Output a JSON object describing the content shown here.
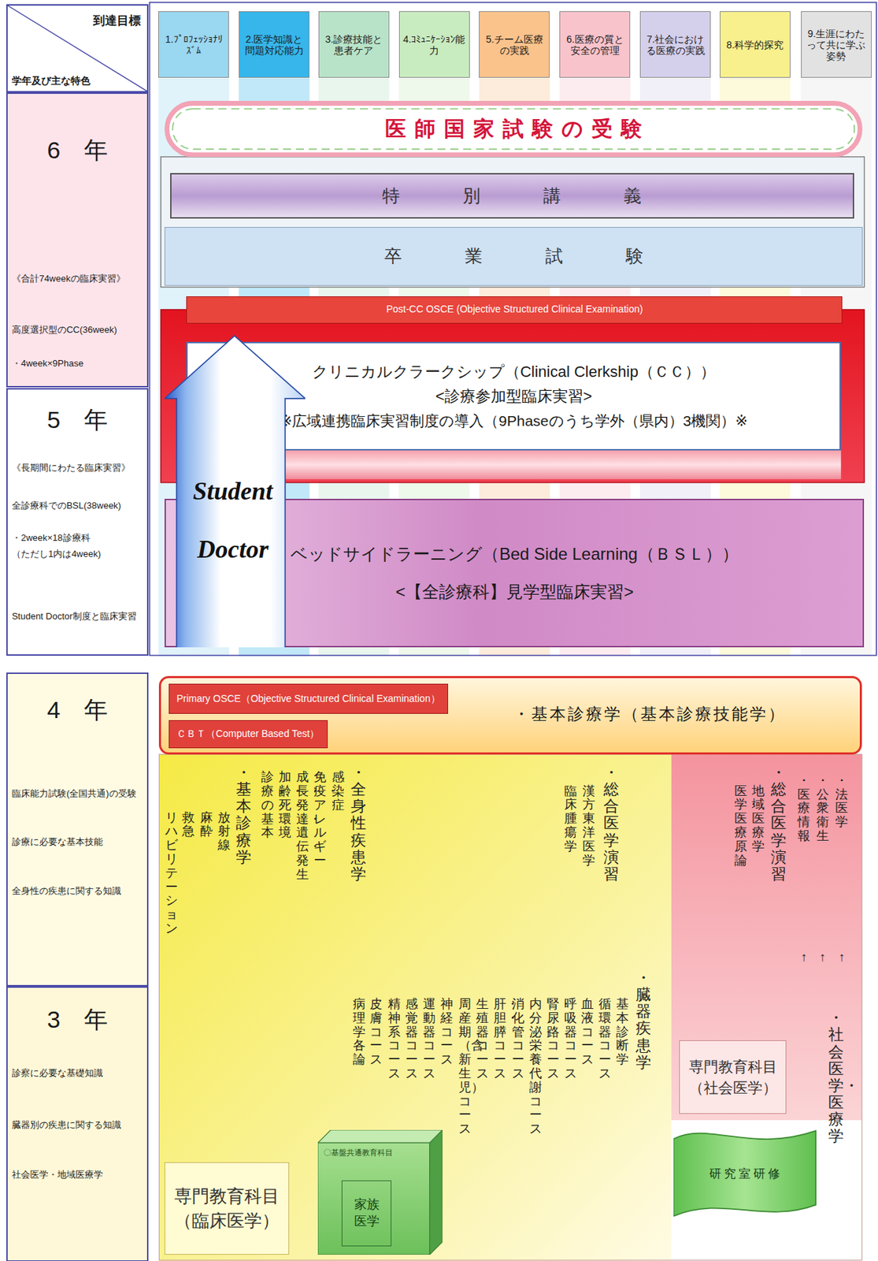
{
  "diagram": {
    "nodes": [
      {
        "text": [
          "到達目標",
          "学年及び主な特色"
        ]
      },
      {
        "text": [
          "1.ﾌﾟﾛﾌｪｯｼｮﾅﾘｽﾞﾑ"
        ]
      },
      {
        "text": [
          "2.医学知識と問題対応能力"
        ]
      },
      {
        "text": [
          "3.診療技能と患者ケア"
        ]
      },
      {
        "text": [
          "4.ｺﾐｭﾆｹｰｼｮﾝ能力"
        ]
      },
      {
        "text": [
          "5.チーム医療の実践"
        ]
      },
      {
        "text": [
          "6.医療の質と安全の管理"
        ]
      },
      {
        "text": [
          "7.社会における医療の実践"
        ]
      },
      {
        "text": [
          "8.科学的探究"
        ]
      },
      {
        "text": [
          "9.生涯にわたって共に学ぶ姿勢"
        ]
      },
      {
        "text": [
          "6　年",
          "《合計74weekの臨床実習》",
          "高度選択型のCC(36week)",
          "・4week×9Phase"
        ]
      },
      {
        "text": [
          "5　年",
          "《長期間にわたる臨床実習》",
          "全診療科でのBSL(38week)",
          "・2week×18診療科",
          "（ただし1内は4week)",
          "Student Doctor制度と臨床実習"
        ]
      },
      {
        "text": [
          "4　年",
          "臨床能力試験(全国共通)の受験",
          "診療に必要な基本技能",
          "全身性の疾患に関する知識"
        ]
      },
      {
        "text": [
          "3　年",
          "診察に必要な基礎知識",
          "臓器別の疾患に関する知識",
          "社会医学・地域医療学"
        ]
      },
      {
        "text": [
          "医師国家試験の受験"
        ]
      },
      {
        "text": [
          "特別講義"
        ]
      },
      {
        "text": [
          "卒業試験"
        ]
      },
      {
        "text": [
          "Post-CC OSCE (Objective Structured Clinical Examination)"
        ]
      },
      {
        "text": [
          "クリニカルクラークシップ（Clinical Clerkship（ＣＣ））",
          "<診療参加型臨床実習>",
          "※広域連携臨床実習制度の導入（9Phaseのうち学外（県内）3機関）※"
        ]
      },
      {
        "text": [
          "ベッドサイドラーニング（Bed Side Learning（ＢＳＬ））",
          "<【全診療科】見学型臨床実習>"
        ]
      },
      {
        "text": [
          "Student Doctor"
        ]
      },
      {
        "text": [
          "・基本診療学（基本診療技能学）"
        ]
      },
      {
        "text": [
          "Primary OSCE（Objective Structured Clinical Examination）"
        ],
        "in": 21
      },
      {
        "text": [
          "ＣＢＴ（Computer Based Test）"
        ],
        "in": 21
      },
      {
        "text": [
          "専門教育科目 （臨床医学）"
        ]
      },
      {
        "text": [
          "〇基盤共通教育科目"
        ]
      },
      {
        "text": [
          "家族医学"
        ],
        "in": 25
      },
      {
        "text": [
          "専門教育科目 （社会医学）"
        ]
      },
      {
        "text": [
          "研究室研修"
        ]
      }
    ],
    "labels": [
      "リハビリテーション",
      "救急",
      "麻酔",
      "放射線",
      "・基本診療学",
      "診療の基本",
      "加齢・死・環境",
      "成長・発達・遺伝・発生",
      "免疫・アレルギー",
      "感染症",
      "・全身性疾患学",
      "臨床腫瘍学",
      "漢方東洋医学",
      "・総合医学演習",
      "医学・医療原論",
      "地域医療学",
      "・総合医学演習",
      "・医療情報",
      "・公衆衛生",
      "・法医学",
      "↑",
      "↑",
      "↑",
      "病理学各論",
      "皮膚コース",
      "精神系コース",
      "感覚器コース",
      "運動器コース",
      "神経コース",
      "周産期（含新生児）コース",
      "生殖器コース",
      "肝・胆・膵コース",
      "消化管コース",
      "内分泌・栄養代謝コース",
      "腎・尿路コース",
      "呼吸器コース",
      "血液コース",
      "循環器コース",
      "基本診断学",
      "・臓器疾患学",
      "・社会医学・医療学"
    ]
  }
}
